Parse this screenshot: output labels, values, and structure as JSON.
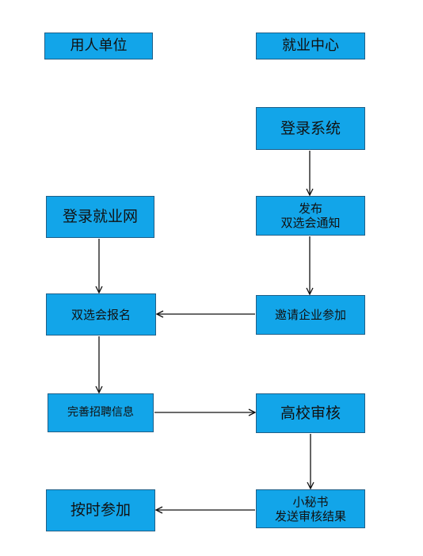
{
  "lanes": {
    "employer": "用人单位",
    "center": "就业中心"
  },
  "nodes": {
    "login_system": "登录系统",
    "publish_line1": "发布",
    "publish_line2": "双选会通知",
    "invite_companies": "邀请企业参加",
    "login_job_site": "登录就业网",
    "fair_signup": "双选会报名",
    "complete_info": "完善招聘信息",
    "school_review": "高校审核",
    "secretary_line1": "小秘书",
    "secretary_line2": "发送审核结果",
    "attend_on_time": "按时参加"
  },
  "colors": {
    "box_fill": "#12a5e9",
    "box_border": "#1f5f88",
    "arrow": "#111111"
  }
}
